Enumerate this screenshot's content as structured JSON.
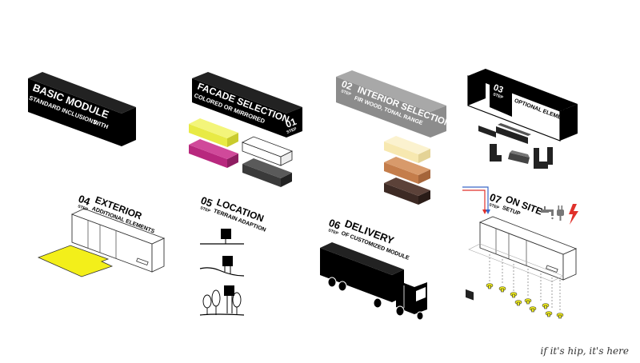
{
  "colors": {
    "black": "#000000",
    "grey": "#8c8c8c",
    "yellow_green": "#e8ea45",
    "magenta": "#b8287e",
    "dark_grey": "#3a3a3a",
    "pale_yellow": "#f7e8b0",
    "wood_orange": "#c47d4b",
    "dark_brown": "#3d2a24",
    "yellow": "#f3ef1a",
    "red": "#e0312b",
    "blue": "#3a68c8"
  },
  "steps": {
    "basic": {
      "title": "BASIC MODULE",
      "sub1": "STANDARD INCLUSIONS",
      "with": "WITH"
    },
    "s01": {
      "title": "FACADE SELECTION",
      "sub": "COLORED OR MIRRORED",
      "num": "01",
      "step": "STEP"
    },
    "s02": {
      "num": "02",
      "step": "STEP",
      "title": "INTERIOR SELECTION",
      "sub": "FIR WOOD, TONAL RANGE"
    },
    "s03": {
      "num": "03",
      "step": "STEP",
      "title": "FURNITURE",
      "sub": "OPTIONAL ELEMENTS"
    },
    "s04": {
      "num": "04",
      "step": "STEP",
      "title": "EXTERIOR",
      "sub": "ADDITIONAL ELEMENTS"
    },
    "s05": {
      "num": "05",
      "step": "STEP",
      "title": "LOCATION",
      "sub": "TERRAIN ADAPTION"
    },
    "s06": {
      "num": "06",
      "step": "STEP",
      "title": "DELIVERY",
      "sub": "OF CUSTOMIZED MODULE"
    },
    "s07": {
      "num": "07",
      "step": "STEP",
      "title": "ON SITE",
      "sub": "SETUP"
    }
  },
  "credit": "if it's hip, it's here"
}
